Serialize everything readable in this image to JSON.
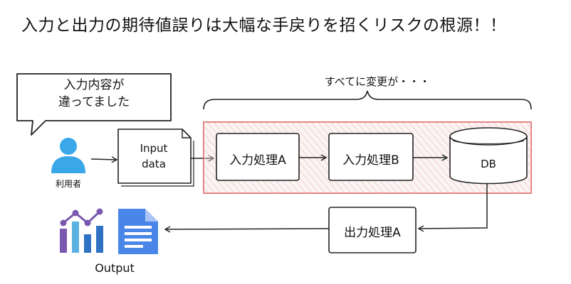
{
  "title": "入力と出力の期待値誤りは大幅な手戻りを招くリスクの根源！！",
  "speech_bubble": {
    "line1": "入力内容が",
    "line2": "違ってました"
  },
  "user_label": "利用者",
  "input_doc": {
    "line1": "Input",
    "line2": "data"
  },
  "change_note": "すべてに変更が・・・",
  "process_a": "入力処理A",
  "process_b": "入力処理B",
  "db_label": "DB",
  "output_process": "出力処理A",
  "output_label": "Output",
  "colors": {
    "highlight_border": "#d9534f",
    "highlight_fill": "#f7dede",
    "user_icon": "#3aa8e8",
    "doc_icon": "#4a86e8",
    "chart_purple": "#7b58b0",
    "chart_blue": "#2f72c4",
    "chart_light": "#5ab0e0"
  }
}
